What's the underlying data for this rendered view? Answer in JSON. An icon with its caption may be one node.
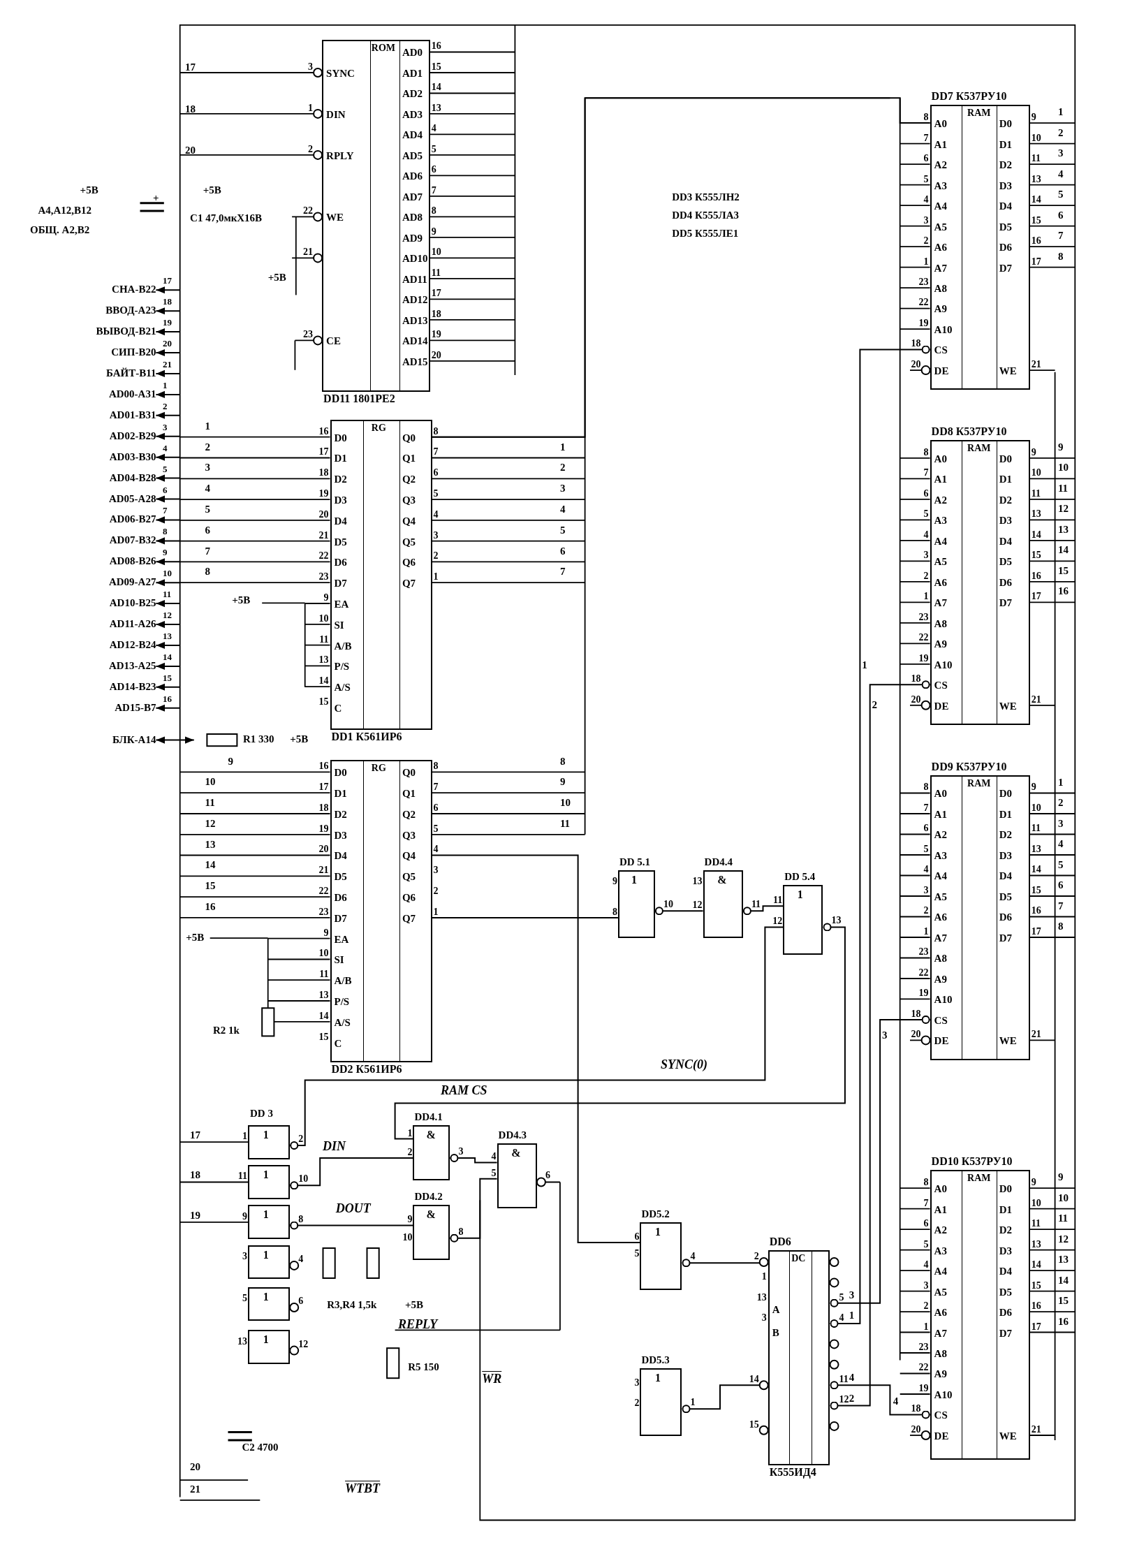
{
  "diagram": {
    "nodes": [
      {
        "text": [
          "DD11 1801РЕ2",
          "ROM",
          "SYNC",
          "DIN",
          "RPLY",
          "WE",
          "CE",
          "AD0",
          "AD1",
          "AD2",
          "AD3",
          "AD4",
          "AD5",
          "AD6",
          "AD7",
          "AD8",
          "AD9",
          "AD10",
          "AD11",
          "AD12",
          "AD13",
          "AD14",
          "AD15"
        ],
        "beside": [
          "3",
          "1",
          "2",
          "22",
          "21",
          "23",
          "16",
          "15",
          "14",
          "13",
          "4",
          "5",
          "6",
          "7",
          "8",
          "9",
          "10",
          "11",
          "17",
          "18",
          "19",
          "20"
        ]
      },
      {
        "text": [
          "DD1 К561ИР6",
          "RG",
          "D0",
          "D1",
          "D2",
          "D3",
          "D4",
          "D5",
          "D6",
          "D7",
          "EA",
          "SI",
          "A/B",
          "P/S",
          "A/S",
          "C",
          "Q0",
          "Q1",
          "Q2",
          "Q3",
          "Q4",
          "Q5",
          "Q6",
          "Q7"
        ],
        "beside": [
          "16",
          "17",
          "18",
          "19",
          "20",
          "21",
          "22",
          "23",
          "9",
          "10",
          "11",
          "13",
          "14",
          "15",
          "8",
          "7",
          "6",
          "5",
          "4",
          "3",
          "2",
          "1"
        ]
      },
      {
        "text": [
          "DD2 К561ИР6",
          "RG",
          "D0",
          "D1",
          "D2",
          "D3",
          "D4",
          "D5",
          "D6",
          "D7",
          "EA",
          "SI",
          "A/B",
          "P/S",
          "A/S",
          "C",
          "Q0",
          "Q1",
          "Q2",
          "Q3",
          "Q4",
          "Q5",
          "Q6",
          "Q7"
        ],
        "beside": [
          "16",
          "17",
          "18",
          "19",
          "20",
          "21",
          "22",
          "23",
          "9",
          "10",
          "11",
          "13",
          "14",
          "15",
          "8",
          "7",
          "6",
          "5",
          "4",
          "3",
          "2",
          "1"
        ]
      },
      {
        "text": [
          "1"
        ],
        "beside": [
          "1",
          "2"
        ]
      },
      {
        "text": [
          "1"
        ],
        "beside": [
          "11",
          "10"
        ]
      },
      {
        "text": [
          "1"
        ],
        "beside": [
          "9",
          "8"
        ]
      },
      {
        "text": [
          "1"
        ],
        "beside": [
          "3",
          "4"
        ]
      },
      {
        "text": [
          "1"
        ],
        "beside": [
          "5",
          "6"
        ]
      },
      {
        "text": [
          "1"
        ],
        "beside": [
          "13",
          "12"
        ]
      },
      {
        "text": [
          "DD4.1",
          "&"
        ],
        "beside": [
          "1",
          "2",
          "3"
        ]
      },
      {
        "text": [
          "DD4.2",
          "&"
        ],
        "beside": [
          "9",
          "10",
          "8"
        ]
      },
      {
        "text": [
          "DD4.3",
          "&"
        ],
        "beside": [
          "4",
          "5",
          "6"
        ]
      },
      {
        "text": [
          "DD 5.1",
          "1"
        ],
        "beside": [
          "9",
          "8",
          "10"
        ]
      },
      {
        "text": [
          "DD4.4",
          "&"
        ],
        "beside": [
          "13",
          "12",
          "11"
        ]
      },
      {
        "text": [
          "DD 5.4",
          "1"
        ],
        "beside": [
          "11",
          "12",
          "13"
        ]
      },
      {
        "text": [
          "DD5.2",
          "1"
        ],
        "beside": [
          "6",
          "5",
          "4"
        ]
      },
      {
        "text": [
          "DD5.3",
          "1"
        ],
        "beside": [
          "3",
          "2",
          "1"
        ]
      },
      {
        "text": [
          "DD6",
          "DC",
          "A",
          "B",
          "К555ИД4"
        ],
        "beside": [
          "2",
          "1",
          "13",
          "3",
          "14",
          "15",
          "5",
          "4",
          "11",
          "12"
        ]
      },
      {
        "text": [
          "DD7 К537РУ10",
          "RAM",
          "A0",
          "A1",
          "A2",
          "A3",
          "A4",
          "A5",
          "A6",
          "A7",
          "A8",
          "A9",
          "A10",
          "CS",
          "DE",
          "D0",
          "D1",
          "D2",
          "D3",
          "D4",
          "D5",
          "D6",
          "D7",
          "WE"
        ],
        "beside": [
          "8",
          "7",
          "6",
          "5",
          "4",
          "3",
          "2",
          "1",
          "23",
          "22",
          "19",
          "18",
          "20",
          "9",
          "10",
          "11",
          "13",
          "14",
          "15",
          "16",
          "17",
          "21"
        ]
      },
      {
        "text": [
          "DD8 К537РУ10",
          "RAM",
          "A0",
          "A1",
          "A2",
          "A3",
          "A4",
          "A5",
          "A6",
          "A7",
          "A8",
          "A9",
          "A10",
          "CS",
          "DE",
          "D0",
          "D1",
          "D2",
          "D3",
          "D4",
          "D5",
          "D6",
          "D7",
          "WE"
        ],
        "beside": [
          "8",
          "7",
          "6",
          "5",
          "4",
          "3",
          "2",
          "1",
          "23",
          "22",
          "19",
          "18",
          "20",
          "9",
          "10",
          "11",
          "13",
          "14",
          "15",
          "16",
          "17",
          "21"
        ]
      },
      {
        "text": [
          "DD9 К537РУ10",
          "RAM",
          "A0",
          "A1",
          "A2",
          "A3",
          "A4",
          "A5",
          "A6",
          "A7",
          "A8",
          "A9",
          "A10",
          "CS",
          "DE",
          "D0",
          "D1",
          "D2",
          "D3",
          "D4",
          "D5",
          "D6",
          "D7",
          "WE"
        ],
        "beside": [
          "8",
          "7",
          "6",
          "5",
          "4",
          "3",
          "2",
          "1",
          "23",
          "22",
          "19",
          "18",
          "20",
          "9",
          "10",
          "11",
          "13",
          "14",
          "15",
          "16",
          "17",
          "21"
        ]
      },
      {
        "text": [
          "DD10 К537РУ10",
          "RAM",
          "A0",
          "A1",
          "A2",
          "A3",
          "A4",
          "A5",
          "A6",
          "A7",
          "A8",
          "A9",
          "A10",
          "CS",
          "DE",
          "D0",
          "D1",
          "D2",
          "D3",
          "D4",
          "D5",
          "D6",
          "D7",
          "WE"
        ],
        "beside": [
          "8",
          "7",
          "6",
          "5",
          "4",
          "3",
          "2",
          "1",
          "23",
          "22",
          "19",
          "18",
          "20",
          "9",
          "10",
          "11",
          "13",
          "14",
          "15",
          "16",
          "17",
          "21"
        ]
      },
      {
        "text": [
          "СНА-В22"
        ]
      },
      {
        "text": [
          "ВВОД-А23"
        ]
      },
      {
        "text": [
          "ВЫВОД-В21"
        ]
      },
      {
        "text": [
          "СИП-В20"
        ]
      },
      {
        "text": [
          "БАЙТ-В11"
        ]
      },
      {
        "text": [
          "AD00-A31"
        ]
      },
      {
        "text": [
          "AD01-B31"
        ]
      },
      {
        "text": [
          "AD02-B29"
        ]
      },
      {
        "text": [
          "AD03-B30"
        ]
      },
      {
        "text": [
          "AD04-B28"
        ]
      },
      {
        "text": [
          "AD05-A28"
        ]
      },
      {
        "text": [
          "AD06-B27"
        ]
      },
      {
        "text": [
          "AD07-B32"
        ]
      },
      {
        "text": [
          "AD08-B26"
        ]
      },
      {
        "text": [
          "AD09-A27"
        ]
      },
      {
        "text": [
          "AD10-B25"
        ]
      },
      {
        "text": [
          "AD11-A26"
        ]
      },
      {
        "text": [
          "AD12-B24"
        ]
      },
      {
        "text": [
          "AD13-A25"
        ]
      },
      {
        "text": [
          "AD14-B23"
        ]
      },
      {
        "text": [
          "AD15-B7"
        ]
      },
      {
        "text": [
          "БЛК-А14"
        ]
      }
    ],
    "edges": [
      {
        "from": null,
        "to": 22,
        "arrow": "to",
        "label": "17"
      },
      {
        "from": null,
        "to": 23,
        "arrow": "to",
        "label": "18"
      },
      {
        "from": null,
        "to": 24,
        "arrow": "to",
        "label": "19"
      },
      {
        "from": null,
        "to": 25,
        "arrow": "to",
        "label": "20"
      },
      {
        "from": null,
        "to": 26,
        "arrow": "to",
        "label": "21"
      },
      {
        "from": null,
        "to": 27,
        "arrow": "to",
        "label": "1"
      },
      {
        "from": null,
        "to": 28,
        "arrow": "to",
        "label": "2"
      },
      {
        "from": null,
        "to": 29,
        "arrow": "to",
        "label": "3"
      },
      {
        "from": null,
        "to": 30,
        "arrow": "to",
        "label": "4"
      },
      {
        "from": null,
        "to": 31,
        "arrow": "to",
        "label": "5"
      },
      {
        "from": null,
        "to": 32,
        "arrow": "to",
        "label": "6"
      },
      {
        "from": null,
        "to": 33,
        "arrow": "to",
        "label": "7"
      },
      {
        "from": null,
        "to": 34,
        "arrow": "to",
        "label": "8"
      },
      {
        "from": null,
        "to": 35,
        "arrow": "to",
        "label": "9"
      },
      {
        "from": null,
        "to": 36,
        "arrow": "to",
        "label": "10"
      },
      {
        "from": null,
        "to": 37,
        "arrow": "to",
        "label": "11"
      },
      {
        "from": null,
        "to": 38,
        "arrow": "to",
        "label": "12"
      },
      {
        "from": null,
        "to": 39,
        "arrow": "to",
        "label": "13"
      },
      {
        "from": null,
        "to": 40,
        "arrow": "to",
        "label": "14"
      },
      {
        "from": null,
        "to": 41,
        "arrow": "to",
        "label": "15"
      },
      {
        "from": null,
        "to": 42,
        "arrow": "to",
        "label": "16"
      },
      {
        "from": 43,
        "to": null,
        "arrow": "both"
      },
      {
        "from": 2,
        "to": 12,
        "arrow": "none"
      },
      {
        "from": 12,
        "to": 13,
        "arrow": "other"
      },
      {
        "from": 13,
        "to": 14,
        "arrow": "other"
      },
      {
        "from": 4,
        "to": 9,
        "arrow": "other",
        "label": "DIN"
      },
      {
        "from": 5,
        "to": 10,
        "arrow": "other",
        "label": "DOUT"
      },
      {
        "from": 9,
        "to": 11,
        "arrow": "other"
      },
      {
        "from": 10,
        "to": 11,
        "arrow": "other"
      },
      {
        "from": 15,
        "to": 17,
        "arrow": "other"
      },
      {
        "from": 16,
        "to": 17,
        "arrow": "other"
      },
      {
        "from": 17,
        "to": 18,
        "arrow": "other"
      },
      {
        "from": 17,
        "to": 19,
        "arrow": "other"
      },
      {
        "from": 17,
        "to": 20,
        "arrow": "other"
      },
      {
        "from": 17,
        "to": 21,
        "arrow": "other"
      },
      {
        "from": 1,
        "to": 18,
        "arrow": "none"
      },
      {
        "from": 2,
        "to": 15,
        "arrow": "none"
      },
      {
        "from": 14,
        "to": 9,
        "arrow": "other",
        "label": "RAM CS"
      },
      {
        "from": 3,
        "to": 14,
        "arrow": "other",
        "label": "SYNC(0)"
      }
    ],
    "labels": [
      "+5В",
      "+5В",
      "+",
      "А4,А12,В12",
      "ОБЩ. А2,В2",
      "C1 47,0мкХ16В",
      "17",
      "18",
      "20",
      "+5В",
      "DD3 К555ЛН2",
      "DD4 К555ЛА3",
      "DD5 К555ЛЕ1",
      "1",
      "2",
      "3",
      "4",
      "5",
      "6",
      "7",
      "8",
      "1",
      "2",
      "3",
      "4",
      "5",
      "6",
      "7",
      "+5В",
      "R1 330",
      "+5В",
      "9",
      "10",
      "11",
      "12",
      "13",
      "14",
      "15",
      "16",
      "8",
      "9",
      "10",
      "11",
      "+5В",
      "R2 1k",
      "DD 3",
      "R3,R4 1,5k",
      "+5В",
      "REPLY",
      "R5 150",
      "WR",
      "C2 4700",
      "WTBT",
      "17",
      "18",
      "19",
      "20",
      "21",
      "3",
      "1",
      "4",
      "2",
      "1",
      "2",
      "3",
      "4",
      "1",
      "2",
      "3",
      "4",
      "5",
      "6",
      "7",
      "8",
      "9",
      "10",
      "11",
      "12",
      "13",
      "14",
      "15",
      "16",
      "1",
      "2",
      "3",
      "4",
      "5",
      "6",
      "7",
      "8",
      "9",
      "10",
      "11",
      "12",
      "13",
      "14",
      "15",
      "16"
    ]
  }
}
